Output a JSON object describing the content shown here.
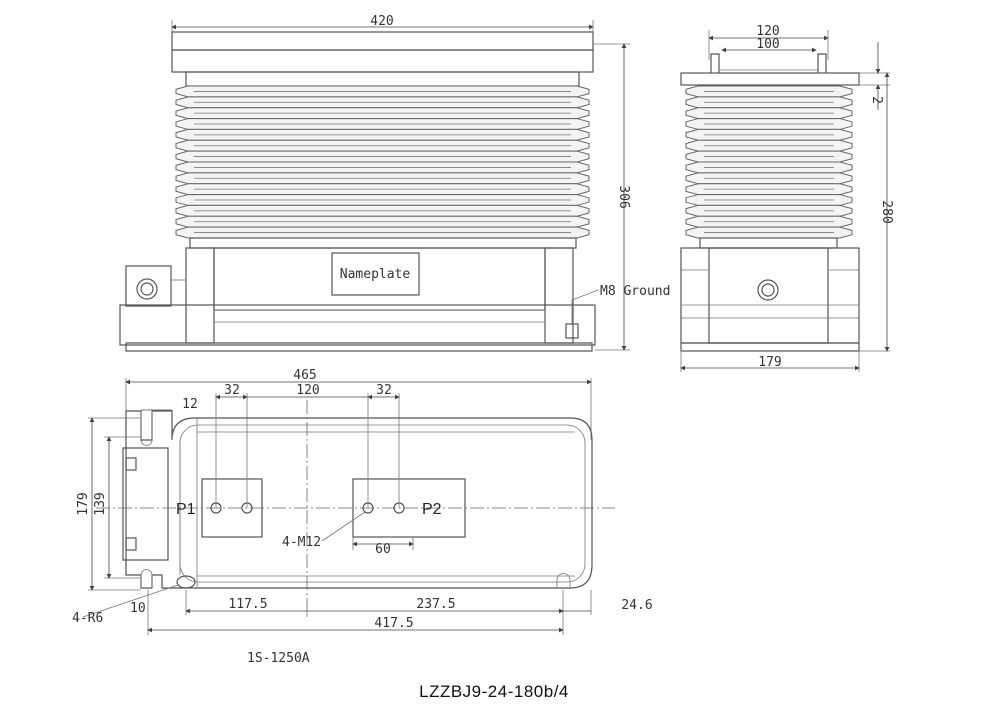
{
  "front_view": {
    "width_dim": "420",
    "height_dim": "306",
    "nameplate": "Nameplate",
    "ground": "M8 Ground"
  },
  "side_view": {
    "top_dim_outer": "120",
    "top_dim_inner": "100",
    "gap_dim": "2",
    "height_dim": "280",
    "base_dim": "179"
  },
  "bottom_view": {
    "length_dim": "465",
    "dim_12": "12",
    "dim_32_left": "32",
    "dim_120": "120",
    "dim_32_right": "32",
    "dim_179": "179",
    "dim_139": "139",
    "terminal_p1": "P1",
    "terminal_p2": "P2",
    "bolt_label": "4-M12",
    "dim_60": "60",
    "dim_r": "4-R6",
    "dim_10": "10",
    "dim_117_5": "117.5",
    "dim_237_5": "237.5",
    "dim_24_6": "24.6",
    "dim_417_5": "417.5",
    "current_rating": "1S-1250A"
  },
  "model": "LZZBJ9-24-180b/4"
}
